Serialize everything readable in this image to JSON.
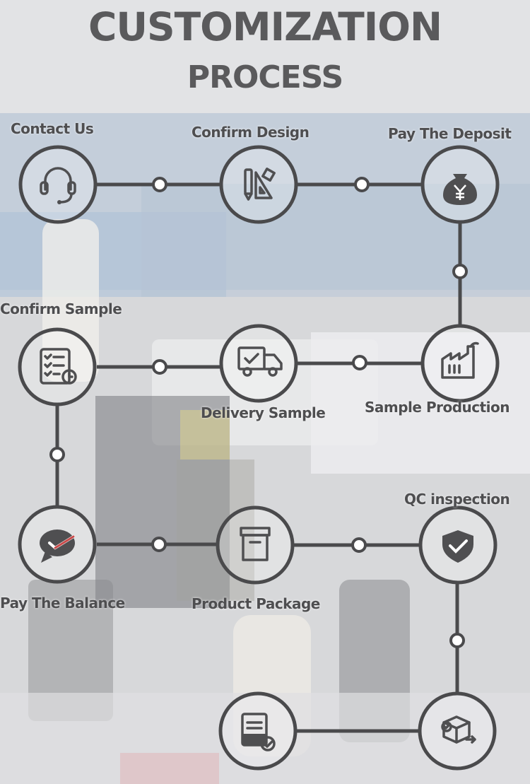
{
  "title": {
    "line1": "CUSTOMIZATION",
    "line2": "PROCESS"
  },
  "colors": {
    "line": "#4a4a4c",
    "circle_fill": "#ffffff",
    "icon": "#4f4f51",
    "text": "#4e4e50",
    "background_blue": "#9fb6cf",
    "background_gray": "#c9cacc"
  },
  "steps": [
    {
      "label": "Contact Us",
      "icon": "headset-icon"
    },
    {
      "label": "Confirm Design",
      "icon": "design-tools-icon"
    },
    {
      "label": "Pay The Deposit",
      "icon": "money-bag-yen-icon"
    },
    {
      "label": "Sample Production",
      "icon": "factory-icon"
    },
    {
      "label": "Delivery Sample",
      "icon": "delivery-truck-icon"
    },
    {
      "label": "Confirm Sample",
      "icon": "checklist-icon"
    },
    {
      "label": "Pay The Balance",
      "icon": "payment-check-icon"
    },
    {
      "label": "Product Package",
      "icon": "package-box-icon"
    },
    {
      "label": "QC inspection",
      "icon": "shield-check-icon"
    },
    {
      "label": "",
      "icon": "box-delivery-icon"
    },
    {
      "label": "",
      "icon": "document-check-icon"
    }
  ]
}
